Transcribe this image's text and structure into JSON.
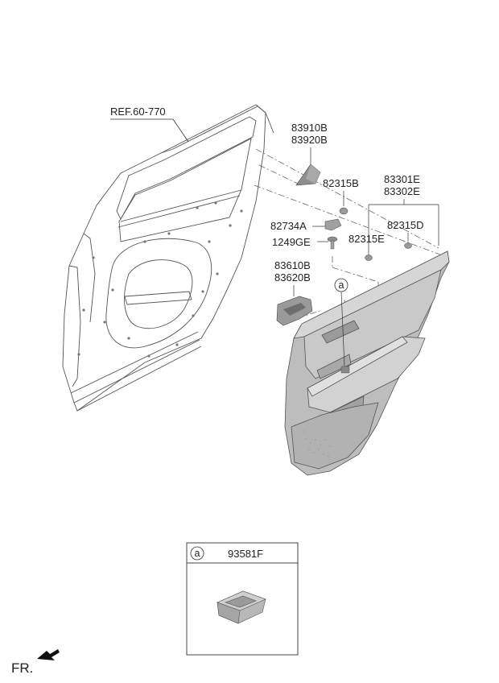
{
  "diagram": {
    "ref_label": "REF.60-770",
    "parts": [
      {
        "id": "trim_triangle_a",
        "text": "83910B"
      },
      {
        "id": "trim_triangle_b",
        "text": "83920B"
      },
      {
        "id": "clip_upper",
        "text": "82315B"
      },
      {
        "id": "panel_assy_a",
        "text": "83301E"
      },
      {
        "id": "panel_assy_b",
        "text": "83302E"
      },
      {
        "id": "clip_d",
        "text": "82315D"
      },
      {
        "id": "bracket",
        "text": "82734A"
      },
      {
        "id": "screw",
        "text": "1249GE"
      },
      {
        "id": "clip_e",
        "text": "82315E"
      },
      {
        "id": "handle_a",
        "text": "83610B"
      },
      {
        "id": "handle_b",
        "text": "83620B"
      }
    ],
    "callout_marker": "a",
    "detail_box": {
      "marker": "a",
      "part": "93581F"
    },
    "direction_label": "FR."
  },
  "colors": {
    "line": "#333333",
    "part_fill": "#c8c8c8",
    "part_dark": "#9a9a9a",
    "frame_line": "#555555"
  },
  "icons": {
    "front_arrow": "arrow-left-down-icon"
  }
}
